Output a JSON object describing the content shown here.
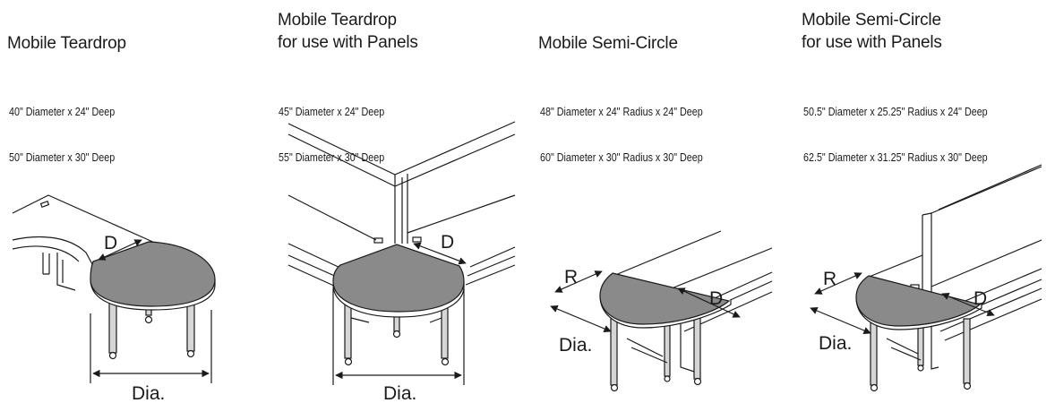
{
  "products": [
    {
      "title": [
        "Mobile Teardrop"
      ],
      "dims": [
        "40\" Diameter x 24\" Deep",
        "50\" Diameter x 30\" Deep"
      ],
      "labels": {
        "d": "D",
        "dia": "Dia."
      }
    },
    {
      "title": [
        "Mobile Teardrop",
        "for use with Panels"
      ],
      "dims": [
        "45\" Diameter x 24\" Deep",
        "55\" Diameter x 30\" Deep"
      ],
      "labels": {
        "d": "D",
        "dia": "Dia."
      }
    },
    {
      "title": [
        "Mobile Semi-Circle"
      ],
      "dims": [
        "48\" Diameter x 24\" Radius x 24\" Deep",
        "60\" Diameter x 30\" Radius x 30\" Deep"
      ],
      "labels": {
        "r": "R",
        "d": "D",
        "dia": "Dia."
      }
    },
    {
      "title": [
        "Mobile Semi-Circle",
        "for use with Panels"
      ],
      "dims": [
        "50.5\" Diameter x 25.25\" Radius x 24\" Deep",
        "62.5\" Diameter x 31.25\" Radius x 30\" Deep"
      ],
      "labels": {
        "r": "R",
        "d": "D",
        "dia": "Dia."
      }
    }
  ],
  "colors": {
    "tabletop": "#8a8a8a",
    "line": "#1a1a1a",
    "paper": "#ffffff"
  }
}
